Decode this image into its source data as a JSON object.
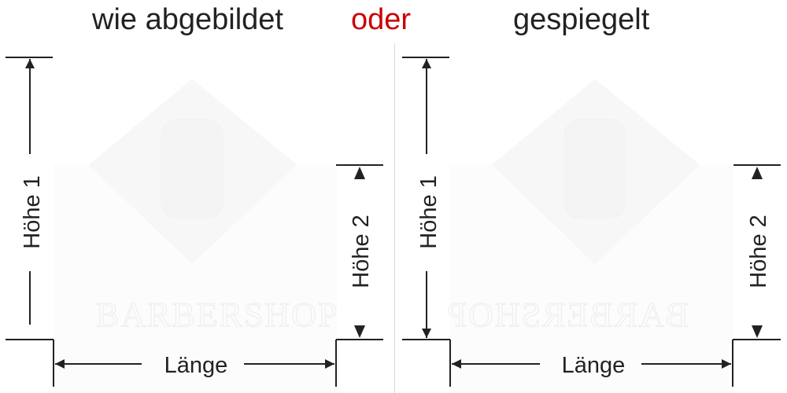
{
  "headings": {
    "left": "wie abgebildet",
    "middle": "oder",
    "right": "gespiegelt"
  },
  "colors": {
    "text": "#222222",
    "accent": "#cc0000",
    "divider": "#d9d9d9",
    "watermark": "#f6f6f6"
  },
  "left_panel": {
    "height1_label": "Höhe 1",
    "height2_label": "Höhe 2",
    "length_label": "Länge",
    "watermark_text": "BARBERSHOP"
  },
  "right_panel": {
    "height1_label": "Höhe 1",
    "height2_label": "Höhe 2",
    "length_label": "Länge",
    "watermark_text": "BARBERSHOP"
  }
}
